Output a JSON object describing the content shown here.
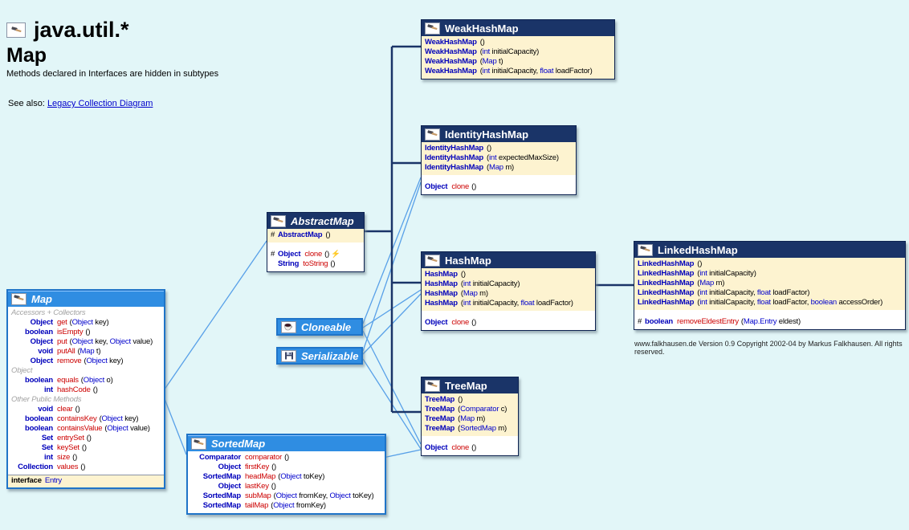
{
  "page": {
    "title": "java.util.*",
    "subtitle": "Map",
    "note": "Methods declared in Interfaces are hidden in subtypes",
    "see_also_label": "See also:",
    "see_also_link": "Legacy Collection Diagram",
    "copyright": "www.falkhausen.de Version 0.9 Copyright 2002-04 by Markus Falkhausen. All rights reserved."
  },
  "colors": {
    "background": "#e2f6f8",
    "class_header_navy": "#1a3468",
    "interface_header_blue": "#2f8de2",
    "constructor_compartment_cream": "#fdf3d0",
    "edge_navy": "#1a3468",
    "edge_light_blue": "#58a0e8",
    "type_blue": "#0000bb",
    "method_red": "#cc0000",
    "section_gray": "#a3a3a3"
  },
  "boxes": {
    "map": {
      "title": "Map",
      "kind": "interface",
      "icon": "hammer-icon",
      "italic": true,
      "type_col": 52,
      "compartments": [
        {
          "bg": "white",
          "rows": [
            {
              "kind": "section",
              "text": "Accessors + Collectors"
            },
            {
              "kind": "method",
              "type": "Object",
              "name": "get",
              "params": [
                [
                  "Object",
                  "key"
                ]
              ]
            },
            {
              "kind": "method",
              "type": "boolean",
              "name": "isEmpty",
              "params": []
            },
            {
              "kind": "method",
              "type": "Object",
              "name": "put",
              "params": [
                [
                  "Object",
                  "key"
                ],
                [
                  "Object",
                  "value"
                ]
              ]
            },
            {
              "kind": "method",
              "type": "void",
              "name": "putAll",
              "params": [
                [
                  "Map",
                  "t"
                ]
              ]
            },
            {
              "kind": "method",
              "type": "Object",
              "name": "remove",
              "params": [
                [
                  "Object",
                  "key"
                ]
              ]
            },
            {
              "kind": "section",
              "text": "Object"
            },
            {
              "kind": "method",
              "type": "boolean",
              "name": "equals",
              "params": [
                [
                  "Object",
                  "o"
                ]
              ]
            },
            {
              "kind": "method",
              "type": "int",
              "name": "hashCode",
              "params": []
            },
            {
              "kind": "section",
              "text": "Other Public Methods"
            },
            {
              "kind": "method",
              "type": "void",
              "name": "clear",
              "params": []
            },
            {
              "kind": "method",
              "type": "boolean",
              "name": "containsKey",
              "params": [
                [
                  "Object",
                  "key"
                ]
              ]
            },
            {
              "kind": "method",
              "type": "boolean",
              "name": "containsValue",
              "params": [
                [
                  "Object",
                  "value"
                ]
              ]
            },
            {
              "kind": "method",
              "type": "Set",
              "name": "entrySet",
              "params": []
            },
            {
              "kind": "method",
              "type": "Set",
              "name": "keySet",
              "params": []
            },
            {
              "kind": "method",
              "type": "int",
              "name": "size",
              "params": []
            },
            {
              "kind": "method",
              "type": "Collection",
              "name": "values",
              "params": []
            }
          ]
        },
        {
          "bg": "entry",
          "rows": [
            {
              "kind": "entry",
              "keyword": "interface",
              "name": "Entry"
            }
          ]
        }
      ]
    },
    "abstractmap": {
      "title": "AbstractMap",
      "kind": "class",
      "icon": "hammer-icon",
      "italic": true,
      "compartments": [
        {
          "bg": "cream",
          "rows": [
            {
              "kind": "ctor",
              "prefix": "#",
              "name": "AbstractMap",
              "params": []
            }
          ]
        },
        {
          "bg": "white",
          "rows": [
            {
              "kind": "blank"
            },
            {
              "kind": "method",
              "prefix": "#",
              "type": "Object",
              "name": "clone",
              "params": [],
              "throws": true
            },
            {
              "kind": "method",
              "prefix": "",
              "type": "String",
              "name": "toString",
              "params": []
            }
          ]
        }
      ]
    },
    "weakhashmap": {
      "title": "WeakHashMap",
      "kind": "class",
      "icon": "hammer-icon",
      "compartments": [
        {
          "bg": "cream",
          "rows": [
            {
              "kind": "ctor",
              "name": "WeakHashMap",
              "params": []
            },
            {
              "kind": "ctor",
              "name": "WeakHashMap",
              "params": [
                [
                  "int",
                  "initialCapacity"
                ]
              ]
            },
            {
              "kind": "ctor",
              "name": "WeakHashMap",
              "params": [
                [
                  "Map",
                  "t"
                ]
              ]
            },
            {
              "kind": "ctor",
              "name": "WeakHashMap",
              "params": [
                [
                  "int",
                  "initialCapacity"
                ],
                [
                  "float",
                  "loadFactor"
                ]
              ]
            }
          ]
        }
      ]
    },
    "identityhashmap": {
      "title": "IdentityHashMap",
      "kind": "class",
      "icon": "hammer-icon",
      "compartments": [
        {
          "bg": "cream",
          "rows": [
            {
              "kind": "ctor",
              "name": "IdentityHashMap",
              "params": []
            },
            {
              "kind": "ctor",
              "name": "IdentityHashMap",
              "params": [
                [
                  "int",
                  "expectedMaxSize"
                ]
              ]
            },
            {
              "kind": "ctor",
              "name": "IdentityHashMap",
              "params": [
                [
                  "Map",
                  "m"
                ]
              ]
            }
          ]
        },
        {
          "bg": "white",
          "rows": [
            {
              "kind": "blank"
            },
            {
              "kind": "method",
              "type": "Object",
              "name": "clone",
              "params": []
            }
          ]
        }
      ]
    },
    "hashmap": {
      "title": "HashMap",
      "kind": "class",
      "icon": "hammer-icon",
      "compartments": [
        {
          "bg": "cream",
          "rows": [
            {
              "kind": "ctor",
              "name": "HashMap",
              "params": []
            },
            {
              "kind": "ctor",
              "name": "HashMap",
              "params": [
                [
                  "int",
                  "initialCapacity"
                ]
              ]
            },
            {
              "kind": "ctor",
              "name": "HashMap",
              "params": [
                [
                  "Map",
                  "m"
                ]
              ]
            },
            {
              "kind": "ctor",
              "name": "HashMap",
              "params": [
                [
                  "int",
                  "initialCapacity"
                ],
                [
                  "float",
                  "loadFactor"
                ]
              ]
            }
          ]
        },
        {
          "bg": "white",
          "rows": [
            {
              "kind": "blank"
            },
            {
              "kind": "method",
              "type": "Object",
              "name": "clone",
              "params": []
            }
          ]
        }
      ]
    },
    "linkedhashmap": {
      "title": "LinkedHashMap",
      "kind": "class",
      "icon": "hammer-icon",
      "compartments": [
        {
          "bg": "cream",
          "rows": [
            {
              "kind": "ctor",
              "name": "LinkedHashMap",
              "params": []
            },
            {
              "kind": "ctor",
              "name": "LinkedHashMap",
              "params": [
                [
                  "int",
                  "initialCapacity"
                ]
              ]
            },
            {
              "kind": "ctor",
              "name": "LinkedHashMap",
              "params": [
                [
                  "Map",
                  "m"
                ]
              ]
            },
            {
              "kind": "ctor",
              "name": "LinkedHashMap",
              "params": [
                [
                  "int",
                  "initialCapacity"
                ],
                [
                  "float",
                  "loadFactor"
                ]
              ]
            },
            {
              "kind": "ctor",
              "name": "LinkedHashMap",
              "params": [
                [
                  "int",
                  "initialCapacity"
                ],
                [
                  "float",
                  "loadFactor"
                ],
                [
                  "boolean",
                  "accessOrder"
                ]
              ]
            }
          ]
        },
        {
          "bg": "white",
          "rows": [
            {
              "kind": "blank"
            },
            {
              "kind": "method",
              "prefix": "#",
              "type": "boolean",
              "name": "removeEldestEntry",
              "params": [
                [
                  "Map.Entry",
                  "eldest"
                ]
              ]
            }
          ]
        }
      ]
    },
    "treemap": {
      "title": "TreeMap",
      "kind": "class",
      "icon": "hammer-icon",
      "compartments": [
        {
          "bg": "cream",
          "rows": [
            {
              "kind": "ctor",
              "name": "TreeMap",
              "params": []
            },
            {
              "kind": "ctor",
              "name": "TreeMap",
              "params": [
                [
                  "Comparator",
                  "c"
                ]
              ]
            },
            {
              "kind": "ctor",
              "name": "TreeMap",
              "params": [
                [
                  "Map",
                  "m"
                ]
              ]
            },
            {
              "kind": "ctor",
              "name": "TreeMap",
              "params": [
                [
                  "SortedMap",
                  "m"
                ]
              ]
            }
          ]
        },
        {
          "bg": "white",
          "rows": [
            {
              "kind": "blank"
            },
            {
              "kind": "method",
              "type": "Object",
              "name": "clone",
              "params": []
            }
          ]
        }
      ]
    },
    "sortedmap": {
      "title": "SortedMap",
      "kind": "interface",
      "icon": "hammer-icon",
      "italic": true,
      "type_col": 62,
      "compartments": [
        {
          "bg": "white",
          "rows": [
            {
              "kind": "method",
              "type": "Comparator",
              "name": "comparator",
              "params": []
            },
            {
              "kind": "method",
              "type": "Object",
              "name": "firstKey",
              "params": []
            },
            {
              "kind": "method",
              "type": "SortedMap",
              "name": "headMap",
              "params": [
                [
                  "Object",
                  "toKey"
                ]
              ]
            },
            {
              "kind": "method",
              "type": "Object",
              "name": "lastKey",
              "params": []
            },
            {
              "kind": "method",
              "type": "SortedMap",
              "name": "subMap",
              "params": [
                [
                  "Object",
                  "fromKey"
                ],
                [
                  "Object",
                  "toKey"
                ]
              ]
            },
            {
              "kind": "method",
              "type": "SortedMap",
              "name": "tailMap",
              "params": [
                [
                  "Object",
                  "fromKey"
                ]
              ]
            }
          ]
        }
      ]
    },
    "cloneable": {
      "title": "Cloneable",
      "kind": "interface",
      "icon": "cup-icon",
      "italic": true
    },
    "serializable": {
      "title": "Serializable",
      "kind": "interface",
      "icon": "floppy-icon",
      "italic": true
    }
  }
}
